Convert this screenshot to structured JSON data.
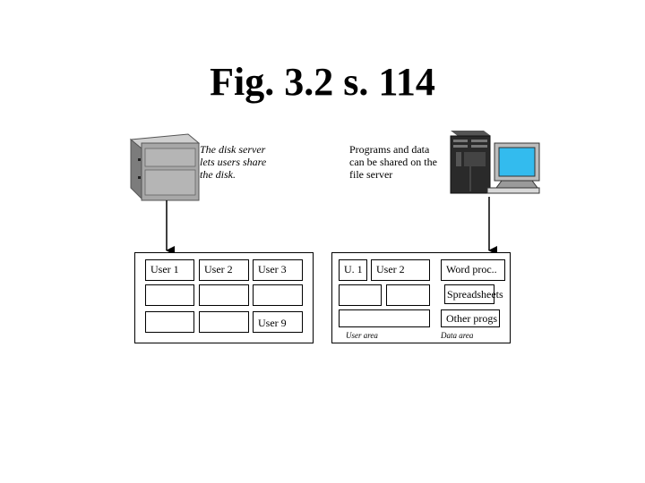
{
  "title": "Fig. 3.2 s. 114",
  "disk_server": {
    "caption": [
      "The disk server",
      "lets users share",
      "the disk."
    ],
    "cells": [
      "User 1",
      "User 2",
      "User 3",
      "",
      "",
      "",
      "",
      "",
      "User 9"
    ]
  },
  "file_server": {
    "caption": [
      "Programs and data",
      "can be shared on the",
      "file server"
    ],
    "user_cells": [
      "U. 1",
      "User 2"
    ],
    "data_cells": [
      "Word proc..",
      "Spreadsheets",
      "Other progs"
    ],
    "user_area_label": "User area",
    "data_area_label": "Data area"
  },
  "icons": {
    "left": "disk-server-icon",
    "right": "file-server-workstation-icon"
  },
  "colors": {
    "screen": "#33bbee",
    "server_body": "#9a9a9a",
    "tower": "#2a2a2a"
  }
}
